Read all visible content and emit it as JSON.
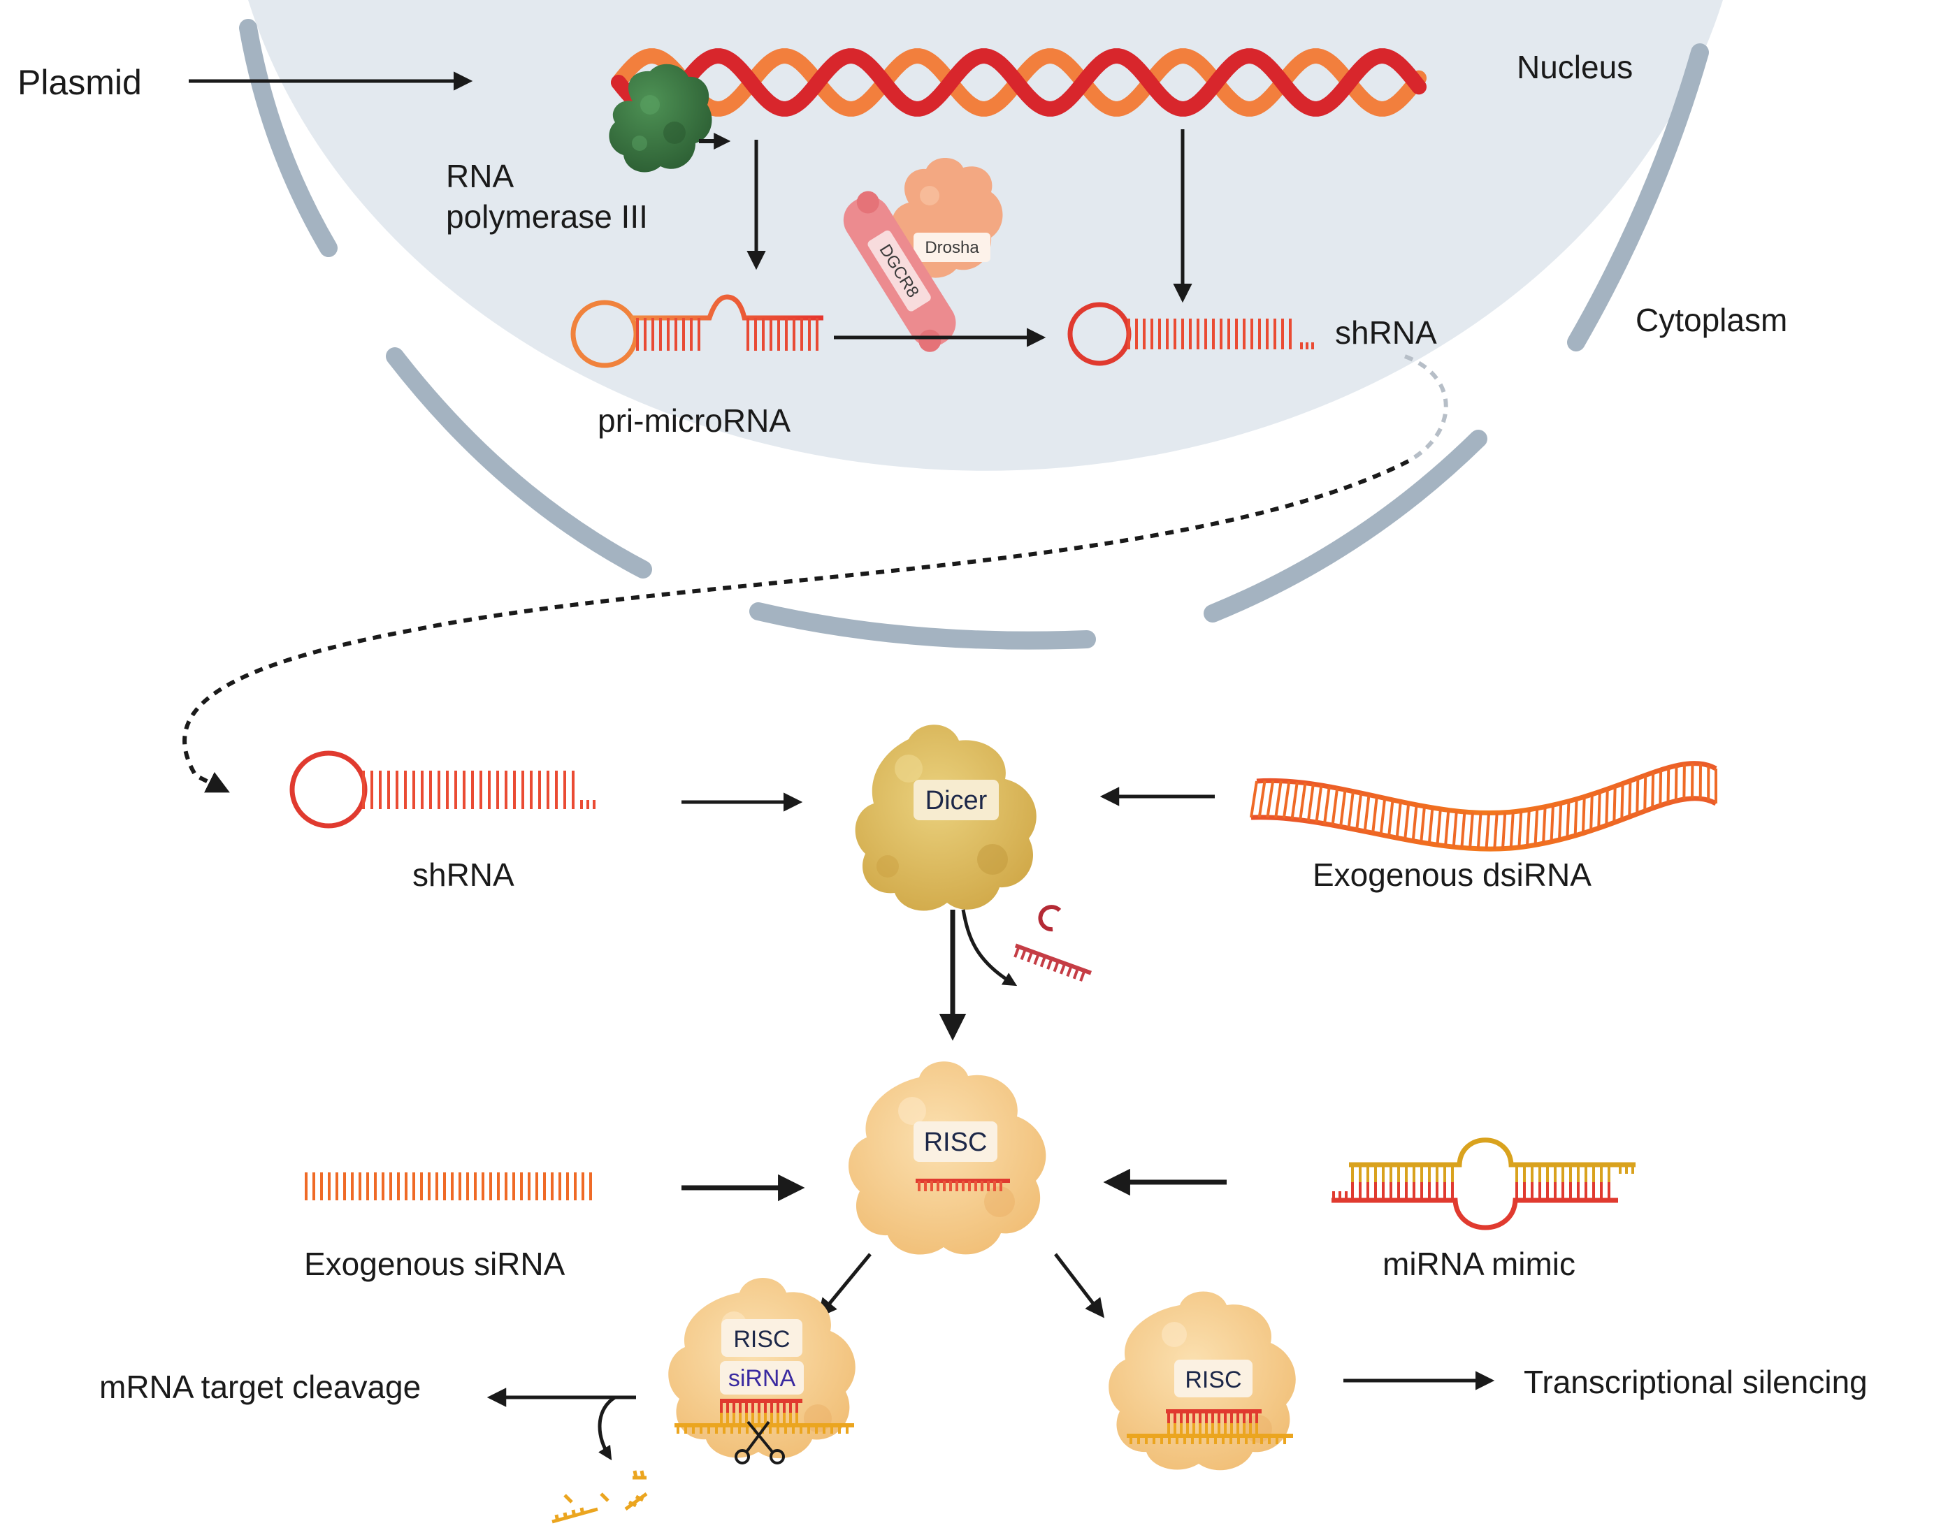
{
  "labels": {
    "plasmid": "Plasmid",
    "nucleus": "Nucleus",
    "cytoplasm": "Cytoplasm",
    "rna_pol_line1": "RNA",
    "rna_pol_line2": "polymerase III",
    "pri_microrna": "pri-microRNA",
    "shrna_nucleus": "shRNA",
    "shrna_cytoplasm": "shRNA",
    "exogenous_dsirna": "Exogenous dsiRNA",
    "exogenous_sirna": "Exogenous siRNA",
    "mirna_mimic": "miRNA mimic",
    "mrna_cleavage": "mRNA target cleavage",
    "transcriptional_silencing": "Transcriptional silencing"
  },
  "tags": {
    "drosha": "Drosha",
    "dgcr8": "DGCR8",
    "dicer": "Dicer",
    "risc_center": "RISC",
    "risc_left": "RISC",
    "sirna": "siRNA",
    "risc_right": "RISC"
  },
  "colors": {
    "nucleus_fill": "#e3e9ef",
    "envelope": "#a4b3c1",
    "dna_red": "#d8262c",
    "dna_orange": "#f27f3d",
    "rna_red": "#e03a2f",
    "rna_orange": "#f0823c",
    "polymerase": "#3d7a44",
    "drosha": "#f3a882",
    "dgcr8": "#ec8b8f",
    "dicer": "#dcb35a",
    "risc": "#f6cd92",
    "mirna_gold": "#d9a21e",
    "mrna_gold": "#eba51f"
  }
}
